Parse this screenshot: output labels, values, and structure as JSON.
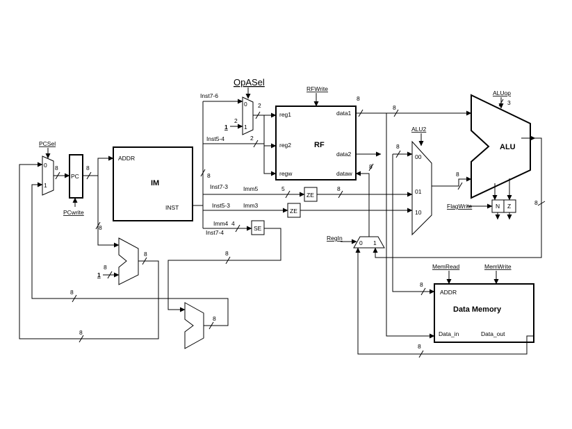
{
  "blocks": {
    "pc": "PC",
    "im": "IM",
    "rf": "RF",
    "alu": "ALU",
    "data_memory": "Data Memory",
    "ze1": "ZE",
    "ze2": "ZE",
    "se": "SE",
    "flag_n": "N",
    "flag_z": "Z"
  },
  "ports": {
    "im_addr": "ADDR",
    "im_inst": "INST",
    "rf_reg1": "reg1",
    "rf_reg2": "reg2",
    "rf_regw": "regw",
    "rf_data1": "data1",
    "rf_data2": "data2",
    "rf_dataw": "dataw",
    "dm_addr": "ADDR",
    "dm_data_in": "Data_in",
    "dm_data_out": "Data_out"
  },
  "controls": {
    "pcsel": "PCSel",
    "pcwrite": "PCwrite",
    "opasel": "OpASel",
    "rfwrite": "RFWrite",
    "aluop": "ALUop",
    "alu2": "ALU2",
    "flagwrite": "FlagWrite",
    "regin": "RegIn",
    "memread": "MemRead",
    "memwrite": "MemWrite"
  },
  "fields": {
    "inst7_6": "Inst7-6",
    "inst5_4": "Inst5-4",
    "inst7_3": "Inst7-3",
    "inst5_3": "Inst5-3",
    "inst7_4": "Inst7-4",
    "imm5": "Imm5",
    "imm3": "Imm3",
    "imm4": "Imm4"
  },
  "mux_inputs": {
    "pcsel_0": "0",
    "pcsel_1": "1",
    "opasel_0": "0",
    "opasel_1": "1",
    "alu2_00": "00",
    "alu2_01": "01",
    "alu2_10": "10",
    "regin_0": "0",
    "regin_1": "1"
  },
  "constants": {
    "const_1_opasel": "1",
    "const_1_adder": "1",
    "const_2_opasel": "2"
  },
  "widths": {
    "w_pcmux_8": "8",
    "w_pc_8": "8",
    "w_im_8": "8",
    "w_opasel_out": "2",
    "w_inst54": "2",
    "w_data1": "8",
    "w_data1_bus": "8",
    "w_data2": "8",
    "w_dataw": "8",
    "w_imm5": "5",
    "w_ze1": "8",
    "w_imm4": "4",
    "w_alu_out": "8",
    "w_aluop": "3",
    "w_alu_fb": "8",
    "w_pc_to_adder": "8",
    "w_adder_in": "8",
    "w_adder_out": "8",
    "w_se_out": "8",
    "w_loop_top": "8",
    "w_loop_bottom": "8",
    "w_br_out": "8",
    "w_dm_addr": "8",
    "w_dm_out": "8"
  }
}
